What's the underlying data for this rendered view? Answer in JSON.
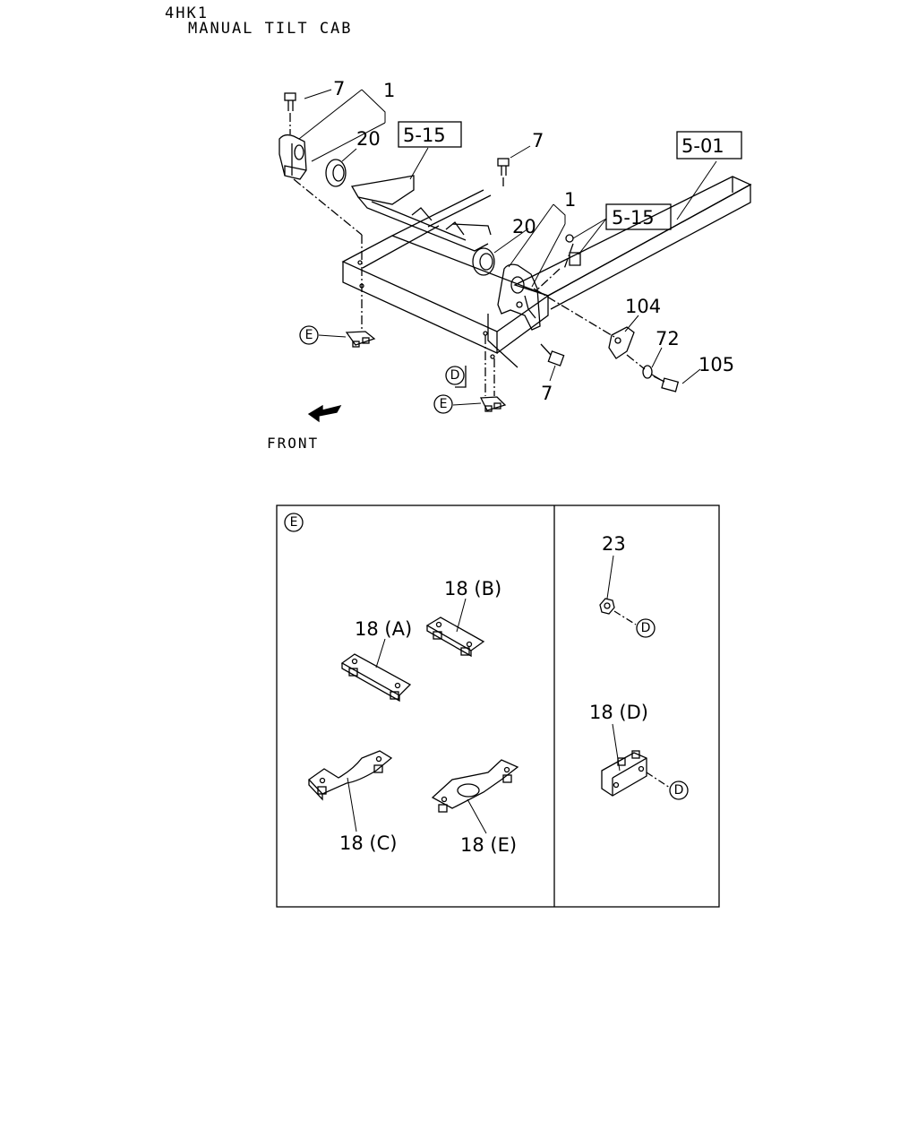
{
  "header": {
    "model": "4HK1",
    "title": "MANUAL TILT CAB"
  },
  "main_diagram": {
    "callouts": {
      "bolt_top_left": "7",
      "mount_left": "1",
      "bushing_left": "20",
      "bolt_top_mid": "7",
      "mount_right": "1",
      "bushing_right": "20",
      "bolt_bottom": "7",
      "lock_plate": "104",
      "washer": "72",
      "bolt_lock": "105"
    },
    "ref_boxes": {
      "ref_left": "5-15",
      "ref_right": "5-15",
      "ref_frame": "5-01"
    },
    "circle_refs": {
      "e_left": "E",
      "e_bottom": "E",
      "d_ref": "D"
    },
    "front_label": "FRONT"
  },
  "detail_panel": {
    "view_letter": "E",
    "left_section": {
      "part_a": "18 (A)",
      "part_b": "18 (B)",
      "part_c": "18 (C)",
      "part_e": "18 (E)"
    },
    "right_section": {
      "nut": "23",
      "nut_ref": "D",
      "part_d": "18 (D)",
      "part_d_ref": "D"
    }
  }
}
